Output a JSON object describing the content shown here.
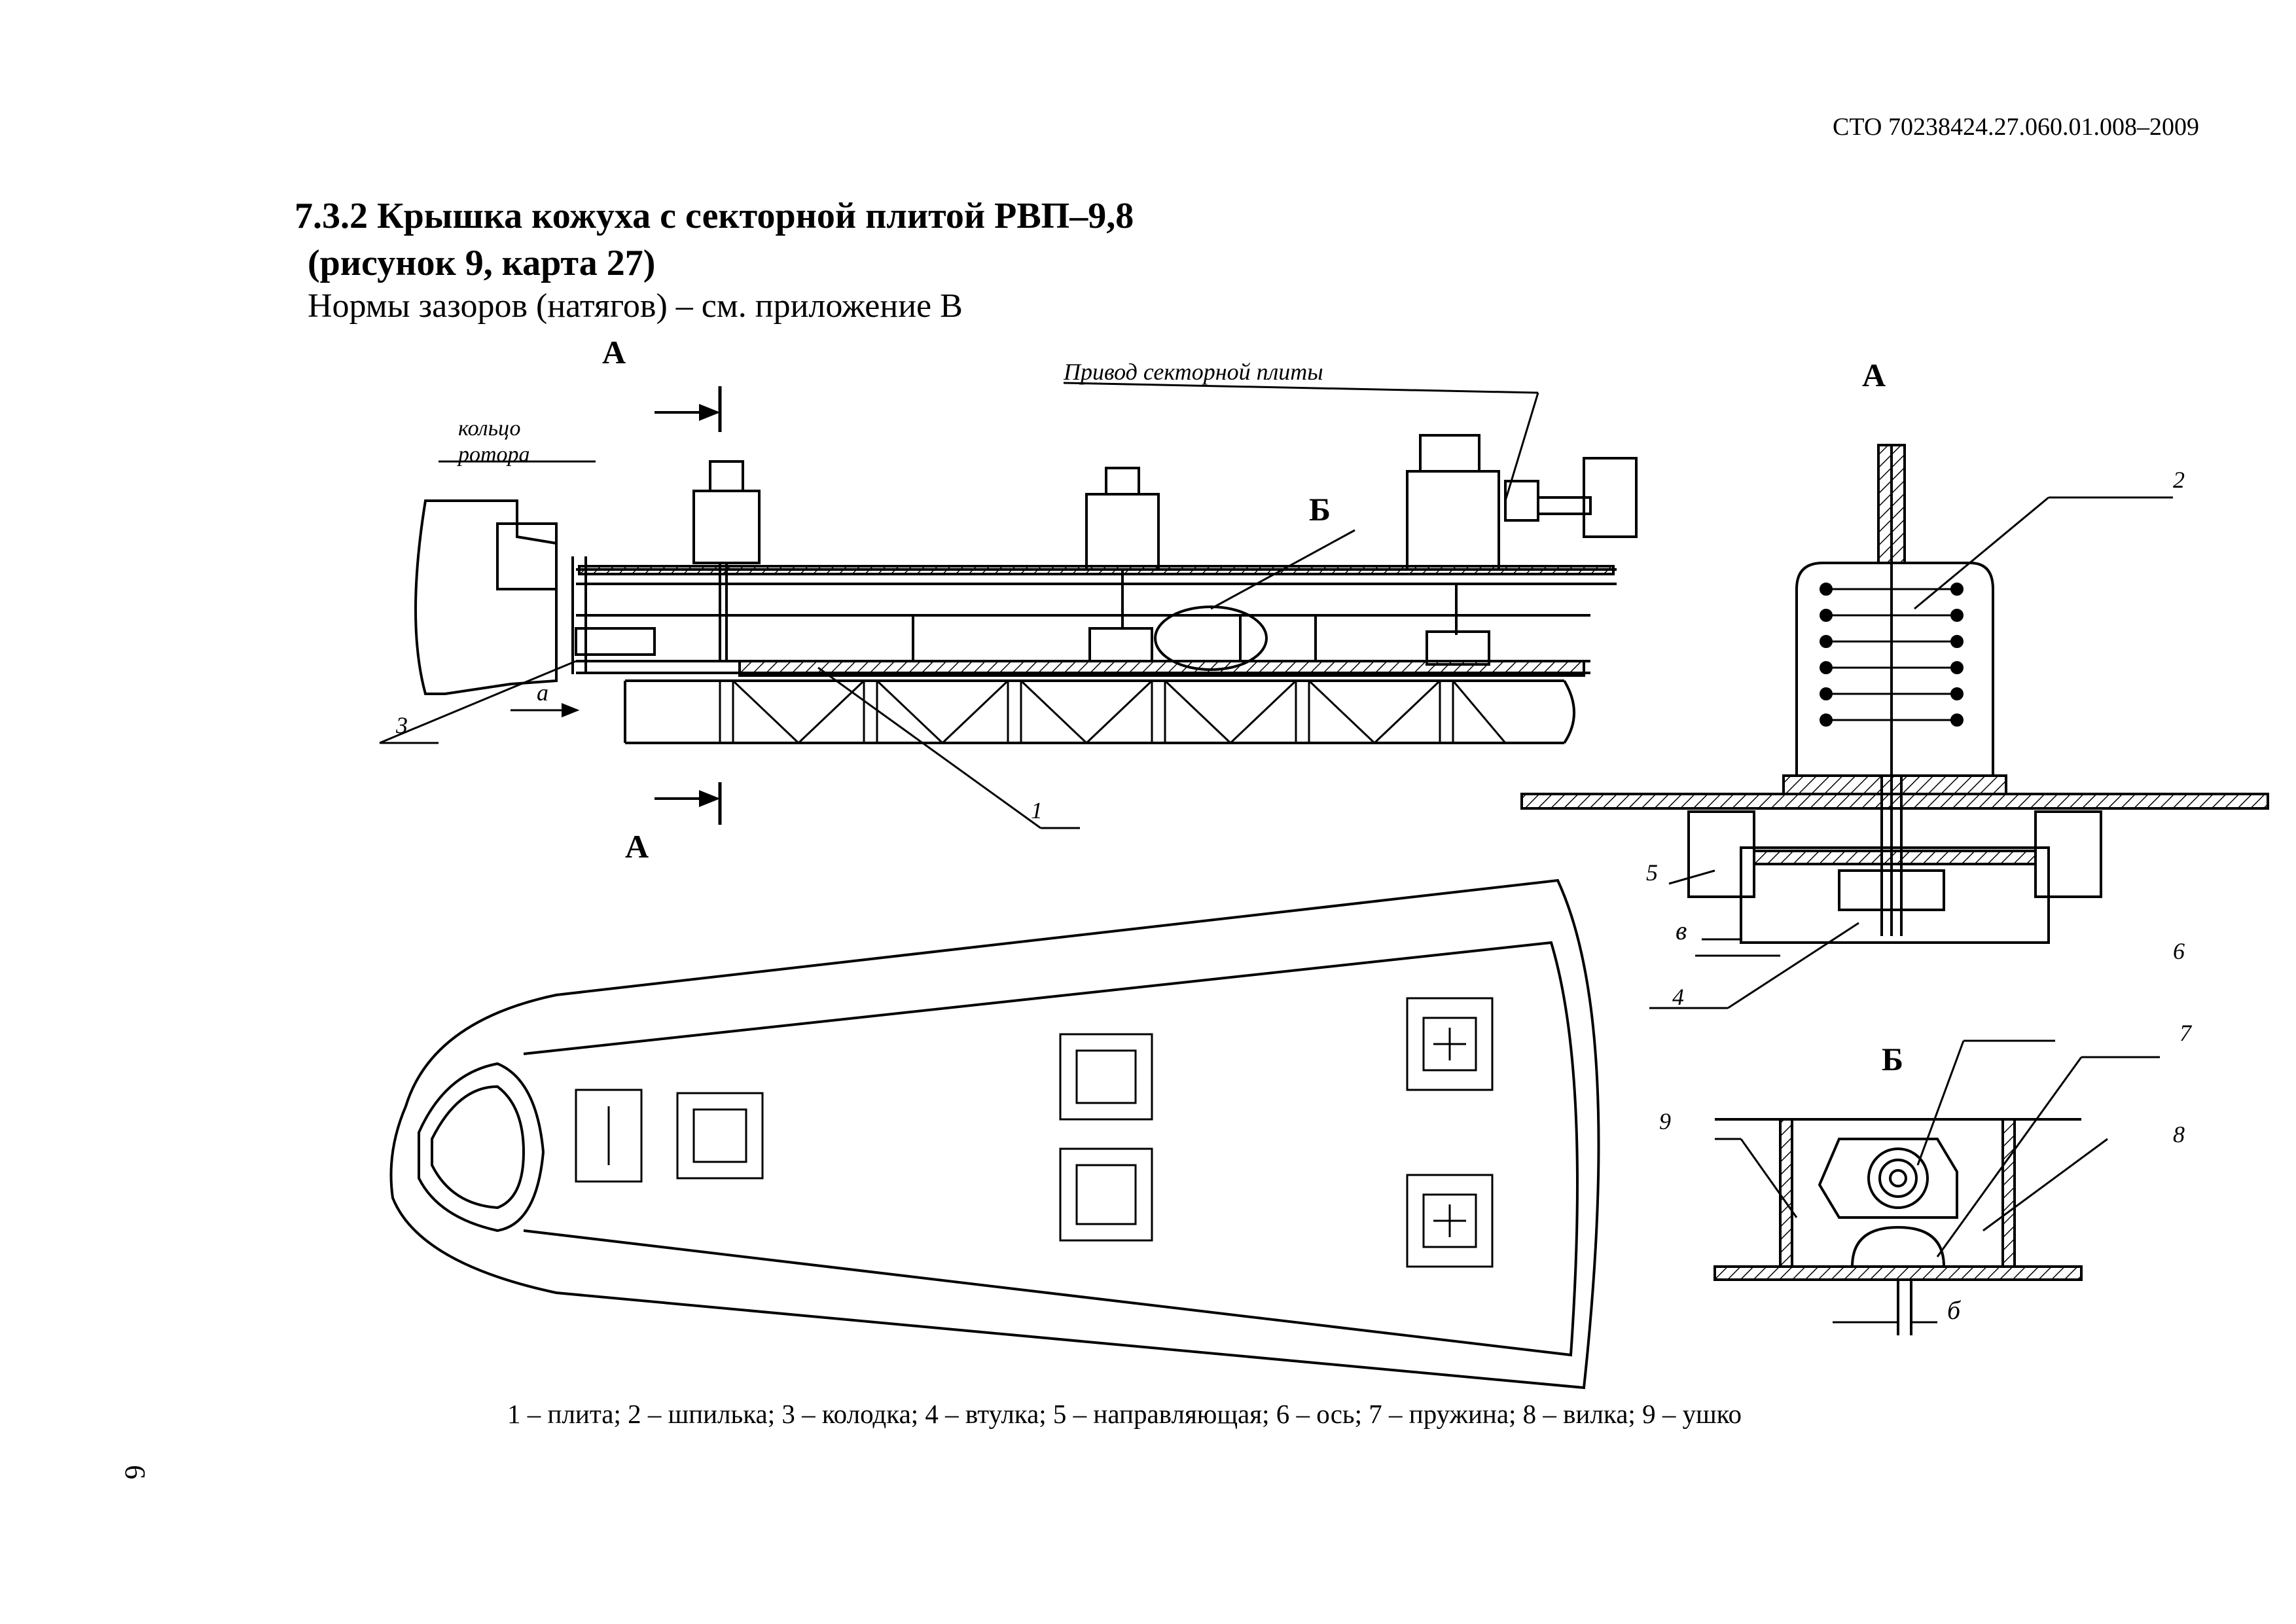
{
  "header": {
    "doc_code": "СТО 70238424.27.060.01.008–2009"
  },
  "section": {
    "title": "7.3.2 Крышка кожуха с секторной плитой  РВП–9,8",
    "subtitle": "(рисунок 9, карта 27)",
    "norms": "Нормы зазоров (натягов) – см. приложение  В"
  },
  "drawing": {
    "labels": {
      "section_a_top": "А",
      "section_a_bottom": "А",
      "section_a_right": "А",
      "detail_b_side": "Б",
      "detail_b_view": "Б",
      "rotor_ring": "кольцо ротора",
      "rotor_ring_l1": "кольцо",
      "rotor_ring_l2": "ротора",
      "drive": "Привод секторной плиты",
      "dim_a": "а",
      "dim_v": "в",
      "dim_b": "б"
    },
    "callouts": [
      "1",
      "2",
      "3",
      "4",
      "5",
      "6",
      "7",
      "8",
      "9"
    ]
  },
  "legend": {
    "text": "1 – плита; 2 – шпилька; 3 – колодка;  4 – втулка; 5 – направляющая;   6 – ось; 7 – пружина; 8 – вилка; 9 – ушко"
  },
  "page": {
    "number": "6"
  }
}
